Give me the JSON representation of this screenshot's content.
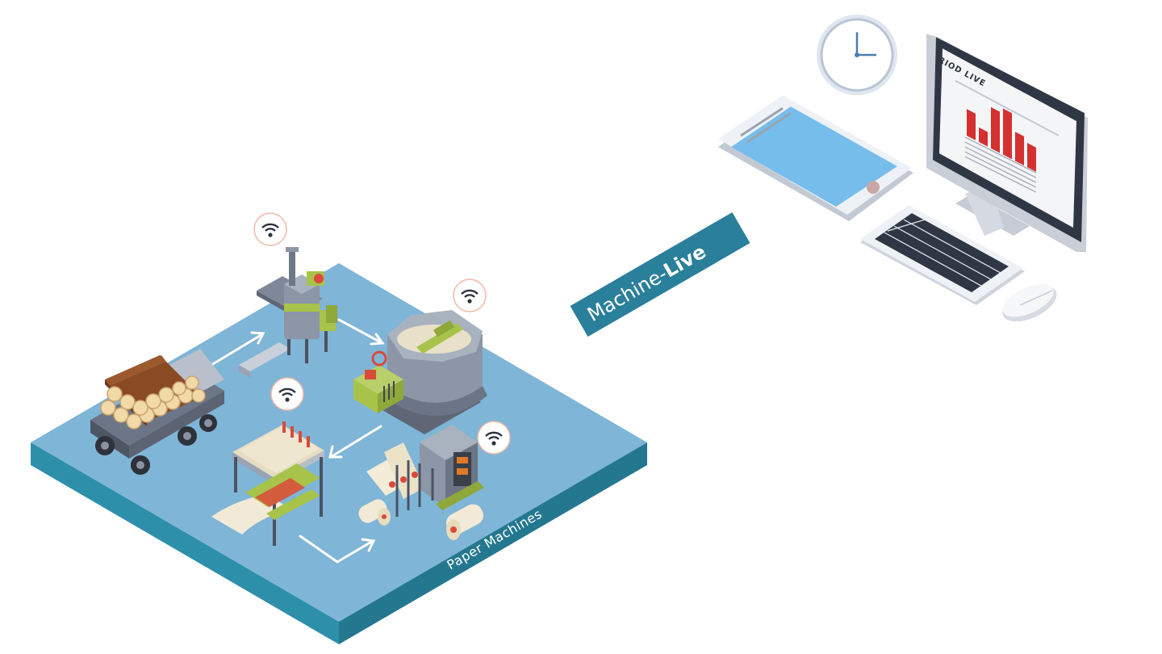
{
  "labels": {
    "factory": "Paper Machines",
    "link_prefix": "Machine-",
    "link_suffix": "Live",
    "monitor_brand": "RIOD LIVE"
  },
  "icons": {
    "sensor": "wifi-signal-icon",
    "clock": "clock-icon",
    "tablet": "tablet-icon",
    "monitor": "desktop-monitor-icon",
    "keyboard": "keyboard-icon",
    "mouse": "mouse-icon",
    "arrow": "flow-arrow-icon"
  },
  "colors": {
    "platform_top": "#7fb5d6",
    "platform_side": "#2b87a3",
    "banner": "#2a7f9a",
    "chart_bars": "#d43030",
    "tablet_screen": "#76bdec",
    "machine_green": "#a7c34a",
    "machine_gray": "#8c96a6"
  },
  "monitor_chart": {
    "type": "bar",
    "values": [
      0.55,
      0.3,
      0.85,
      0.95,
      0.6,
      0.5
    ]
  }
}
